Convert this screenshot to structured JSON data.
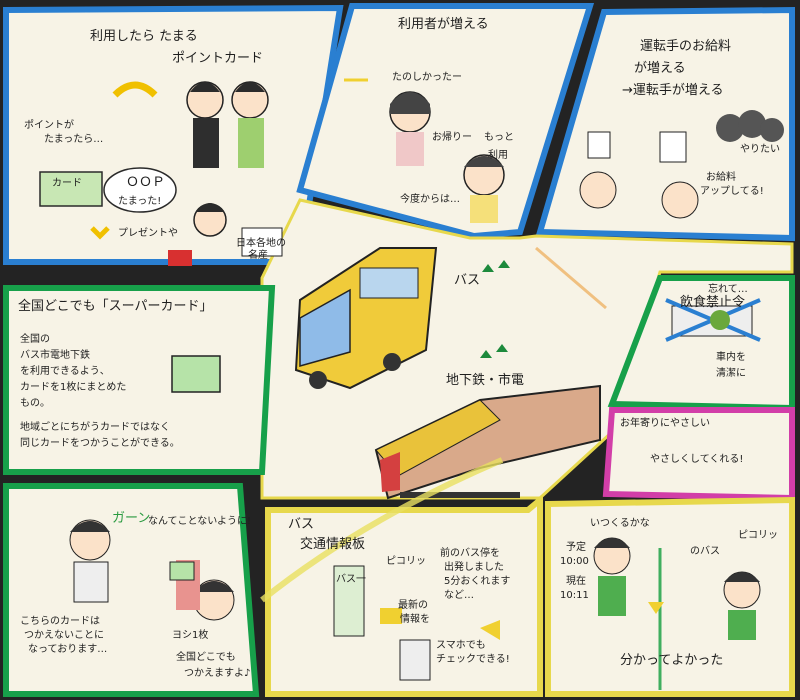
{
  "panels": {
    "point_card": {
      "title_1": "利用したら たまる",
      "title_2": "ポイントカード",
      "bubble_1a": "ポイントが",
      "bubble_1b": "たまったら…",
      "card_text": "カード",
      "amount_1": "ＯＯＰ",
      "amount_2": "たまった!",
      "present_text": "プレゼントや",
      "gift_1": "日本各地の",
      "gift_2": "名産"
    },
    "users_increase": {
      "title": "利用者が増える",
      "bubble_fun": "たのしかったー",
      "bubble_return": "お帰りー",
      "bubble_more": "もっと",
      "bubble_use": "利用",
      "bubble_today": "今度からは…"
    },
    "driver_pay": {
      "title_1": "運転手のお給料",
      "title_2": "が増える",
      "title_3": "→運転手が増える",
      "crowd_text": "やりたい",
      "note_1": "お給料",
      "note_2": "アップしてる!"
    },
    "center": {
      "bus_label": "バス",
      "train_label": "地下鉄・市電"
    },
    "super_card": {
      "title": "全国どこでも「スーパーカード」",
      "line_1": "全国の",
      "line_2": "バス市電地下鉄",
      "line_3": "を利用できるよう、",
      "line_4": "カードを1枚にまとめた",
      "line_5": "もの。",
      "line_6": "地域ごとにちがうカードではなく",
      "line_7": "同じカードをつかうことができる。"
    },
    "no_eating": {
      "title": "飲食禁止令",
      "top_note": "忘れて…",
      "law_1": "車内を",
      "law_2": "清潔に",
      "sub": "お年寄りにやさしい",
      "bubble": "やさしくしてくれる!"
    },
    "gaan": {
      "title_1": "ガーン",
      "title_2": "なんてことないように!",
      "bubble_1": "こちらのカードは",
      "bubble_2": "つかえないことに",
      "bubble_3": "なっております…",
      "card_label": "ヨシ1枚",
      "answer_1": "全国どこでも",
      "answer_2": "つかえますよ♪"
    },
    "bus_info": {
      "title_1": "バス",
      "title_2": "交通情報板",
      "board_1": "ピコリッ",
      "board_2": "前のバス停を",
      "board_3": "出発しました",
      "board_4": "5分おくれます",
      "board_5": "など…",
      "sign": "バス一",
      "phone_1": "最新の",
      "phone_2": "情報を",
      "phone_3": "スマホでも",
      "phone_4": "チェックできる!"
    },
    "late": {
      "title": "いつくるかな",
      "time_1": "予定",
      "time_2": "10:00",
      "time_3": "現在",
      "time_4": "10:11",
      "phone": "ピコリッ",
      "board": "のバス",
      "speech": "分かってよかった"
    }
  },
  "colors": {
    "paper": "#f6f1e4",
    "blue_frame": "#2a7fd1",
    "green_frame": "#17a04a",
    "yellow_frame": "#e7d84c",
    "pink_frame": "#d23ea8",
    "ink": "#1e1e1e"
  }
}
